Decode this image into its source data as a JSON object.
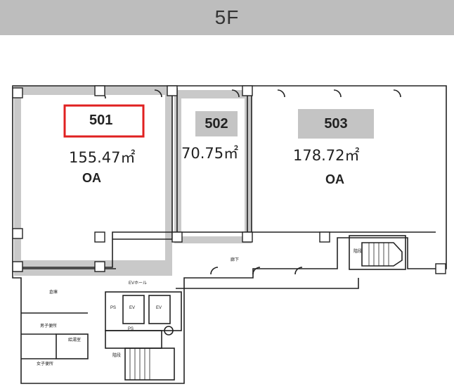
{
  "floor_title": "5F",
  "rooms": [
    {
      "number": "501",
      "area": "155.47㎡",
      "type": "OA",
      "highlight_color": "#e02020"
    },
    {
      "number": "502",
      "area": "70.75㎡"
    },
    {
      "number": "503",
      "area": "178.72㎡",
      "type": "OA"
    }
  ],
  "small_labels": {
    "corridor": "廊下",
    "ev_hall": "EVホール",
    "ev1": "EV",
    "ev2": "EV",
    "ps": "PS",
    "storage": "倉庫",
    "mens": "男子便所",
    "kitchen": "給湯室",
    "womens": "女子便所",
    "stairs1": "階段",
    "stairs2": "階段",
    "ps2": "PS"
  }
}
